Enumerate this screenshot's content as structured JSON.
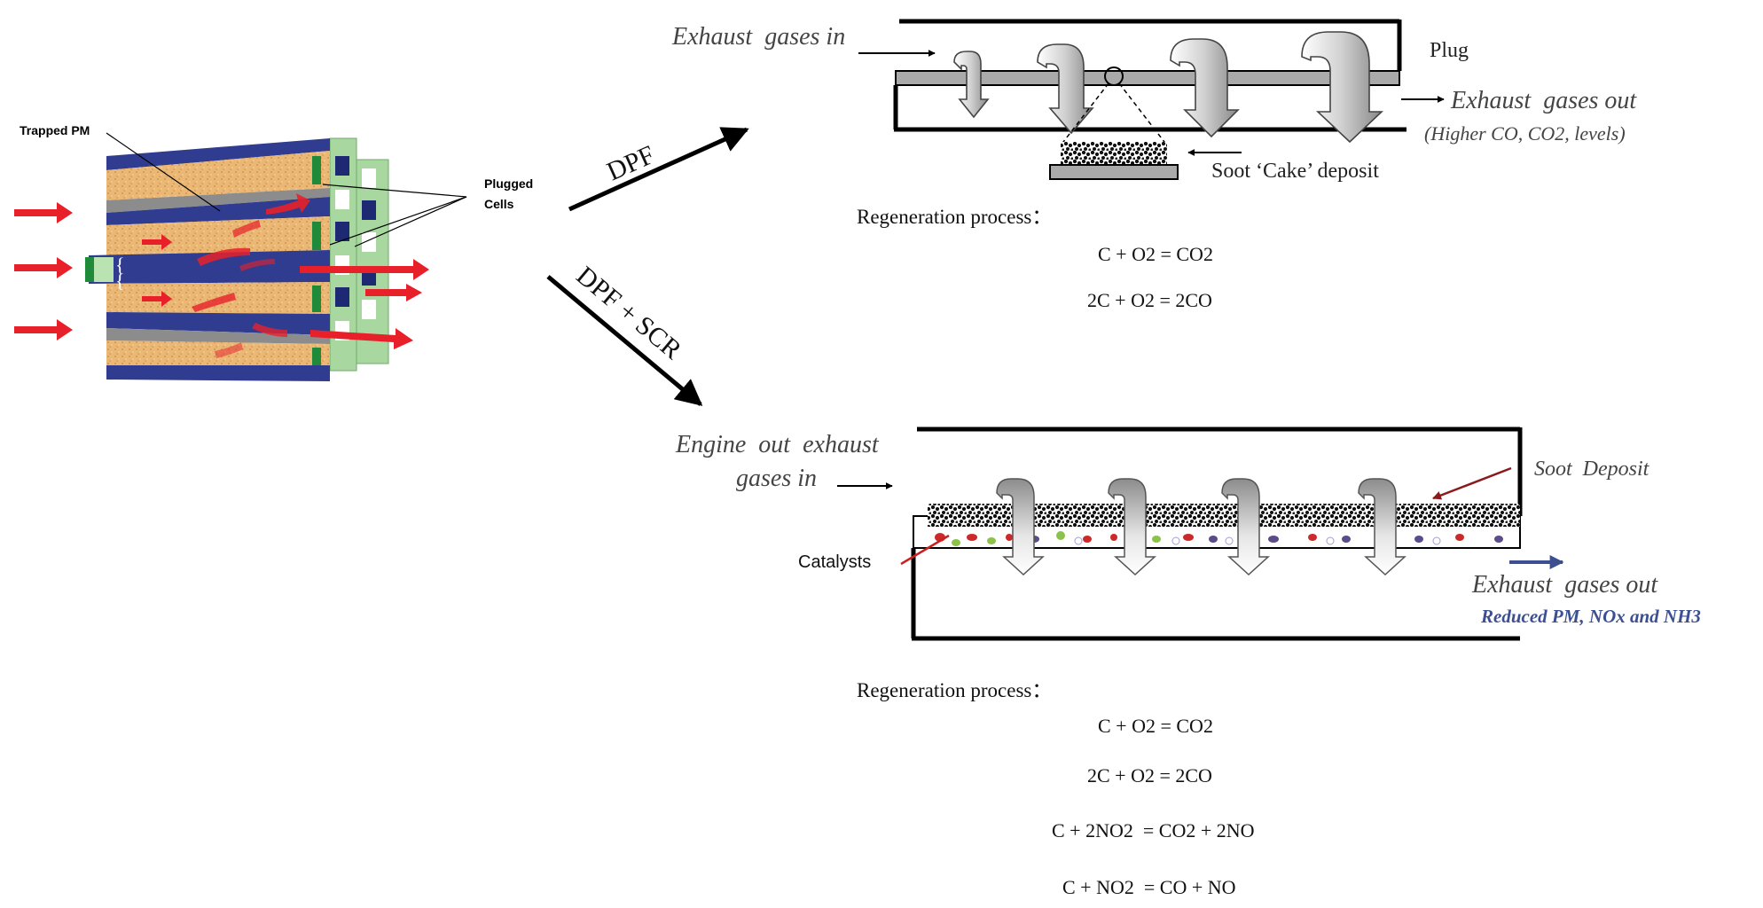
{
  "filter": {
    "trapped_pm_label": "Trapped PM",
    "plugged_label_line1": "Plugged",
    "plugged_label_line2": "Cells"
  },
  "branches": {
    "dpf_label": "DPF",
    "dpf_scr_label": "DPF + SCR"
  },
  "dpf_panel": {
    "inlet_label": "Exhaust  gases in",
    "plug_label": "Plug",
    "outlet_label": "Exhaust  gases out",
    "outlet_note": "(Higher CO, CO2, levels)",
    "cake_label": "Soot ‘Cake’ deposit",
    "regen_title": "Regeneration process：",
    "equations": [
      "C + O2 = CO2",
      "2C + O2 = 2CO"
    ]
  },
  "scr_panel": {
    "inlet_label_line1": "Engine  out  exhaust",
    "inlet_label_line2": "gases in",
    "soot_label": "Soot  Deposit",
    "catalysts_label": "Catalysts",
    "outlet_label": "Exhaust  gases out",
    "outlet_note": "Reduced PM, NOx and NH3",
    "regen_title": "Regeneration process：",
    "equations": [
      "C + O2 = CO2",
      "2C + O2 = 2CO",
      "C + 2NO2  = CO2 + 2NO",
      "C + NO2  = CO + NO"
    ]
  },
  "colors": {
    "filter_blue": "#2f3c8f",
    "filter_sand": "#eab774",
    "plug_green": "#a8d8a0",
    "flow_red": "#e8202a",
    "outlet_blue": "#3c4f91"
  }
}
